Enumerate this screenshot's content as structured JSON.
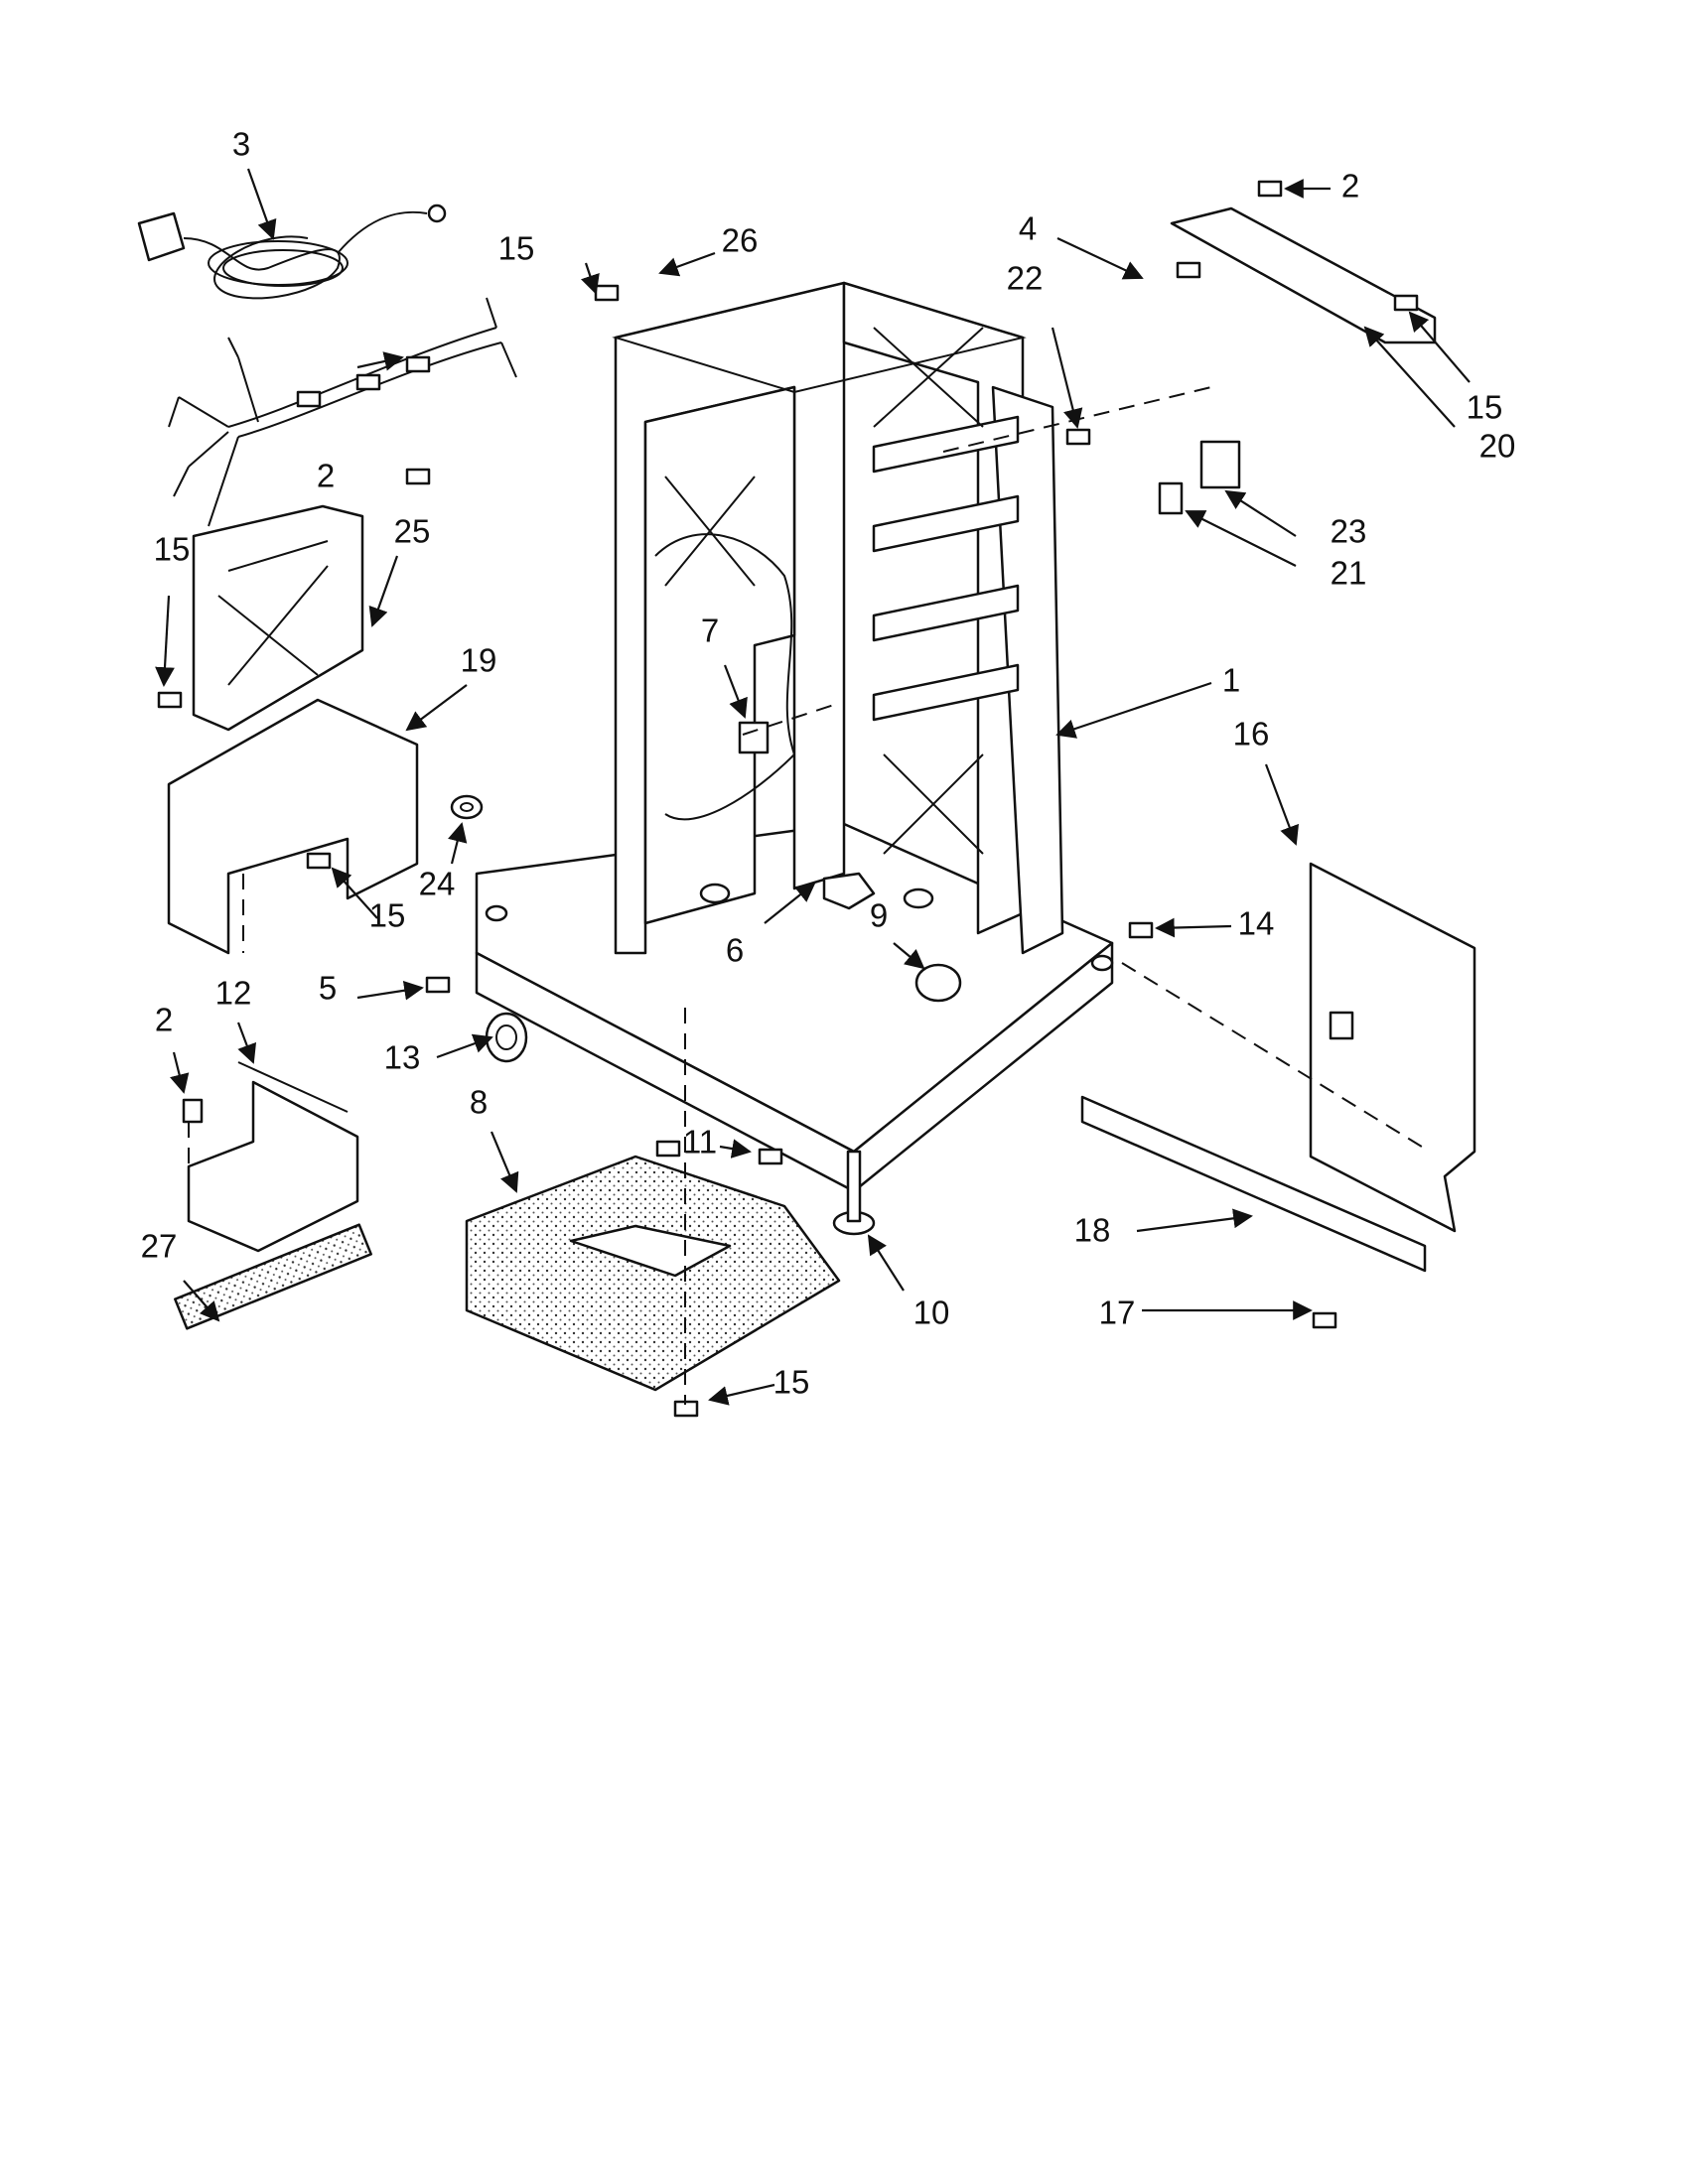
{
  "diagram": {
    "type": "exploded-parts-view",
    "callouts": [
      {
        "id": "c1",
        "label": "1"
      },
      {
        "id": "c2a",
        "label": "2"
      },
      {
        "id": "c2b",
        "label": "2"
      },
      {
        "id": "c2c",
        "label": "2"
      },
      {
        "id": "c3",
        "label": "3"
      },
      {
        "id": "c4",
        "label": "4"
      },
      {
        "id": "c5",
        "label": "5"
      },
      {
        "id": "c6",
        "label": "6"
      },
      {
        "id": "c7",
        "label": "7"
      },
      {
        "id": "c8",
        "label": "8"
      },
      {
        "id": "c9",
        "label": "9"
      },
      {
        "id": "c10",
        "label": "10"
      },
      {
        "id": "c11",
        "label": "11"
      },
      {
        "id": "c12",
        "label": "12"
      },
      {
        "id": "c13",
        "label": "13"
      },
      {
        "id": "c14",
        "label": "14"
      },
      {
        "id": "c15a",
        "label": "15"
      },
      {
        "id": "c15b",
        "label": "15"
      },
      {
        "id": "c15c",
        "label": "15"
      },
      {
        "id": "c15d",
        "label": "15"
      },
      {
        "id": "c15e",
        "label": "15"
      },
      {
        "id": "c16",
        "label": "16"
      },
      {
        "id": "c17",
        "label": "17"
      },
      {
        "id": "c18",
        "label": "18"
      },
      {
        "id": "c19",
        "label": "19"
      },
      {
        "id": "c20",
        "label": "20"
      },
      {
        "id": "c21",
        "label": "21"
      },
      {
        "id": "c22",
        "label": "22"
      },
      {
        "id": "c23",
        "label": "23"
      },
      {
        "id": "c24",
        "label": "24"
      },
      {
        "id": "c25",
        "label": "25"
      },
      {
        "id": "c26",
        "label": "26"
      },
      {
        "id": "c27",
        "label": "27"
      }
    ],
    "line_color": "#111111",
    "background_color": "#ffffff"
  }
}
